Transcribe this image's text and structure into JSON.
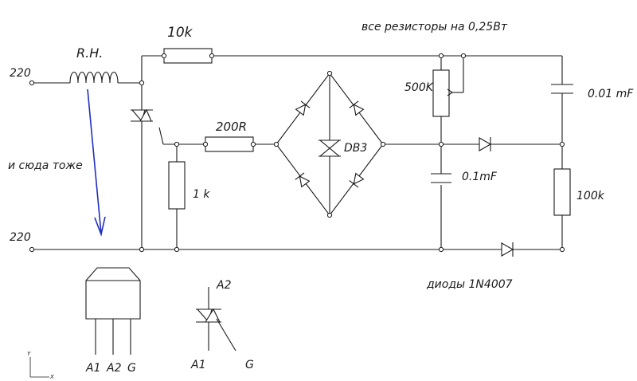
{
  "labels": {
    "line_top": "220",
    "line_bottom": "220",
    "heater": "R.H.",
    "r_top": "10k",
    "r_200": "200R",
    "r_1k": "1 k",
    "dinistor": "DB3",
    "pot": "500K",
    "cap_small": "0.01 mF",
    "cap_mid": "0.1mF",
    "r_100k": "100k",
    "note_resistors": "все резисторы на 0,25Вт",
    "note_here_too": "и сюда тоже",
    "note_diodes": "диоды 1N4007",
    "pkg_a1": "A1",
    "pkg_a2": "A2",
    "pkg_g": "G",
    "sym_a2": "A2",
    "sym_a1": "A1",
    "sym_g": "G",
    "axis_y": "Y",
    "axis_x": "X"
  },
  "colors": {
    "ink": "#1a1a1a",
    "annotation_arrow": "#1f2fbf"
  }
}
